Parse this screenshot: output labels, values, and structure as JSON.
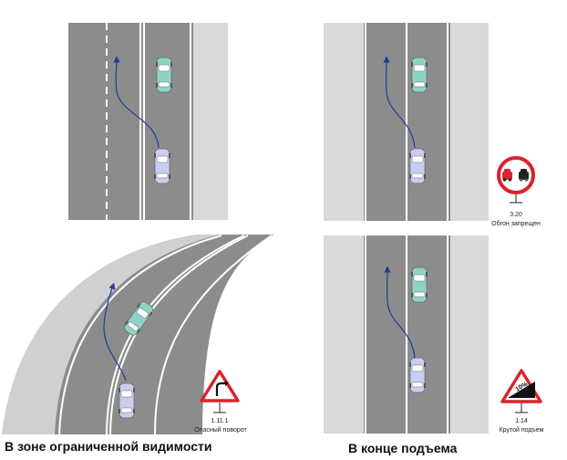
{
  "captions": {
    "left": "В зоне ограниченной видимости",
    "right": "В конце подъема"
  },
  "signs": {
    "no_overtaking": {
      "number": "3.20",
      "name": "Обгон запрещен"
    },
    "dangerous_turn": {
      "number": "1.11.1",
      "name": "Опасный поворот"
    },
    "steep_ascent": {
      "number": "1.14",
      "name": "Крутой подъем",
      "grade": "10%"
    }
  },
  "colors": {
    "asphalt": "#8c8c8c",
    "shoulder": "#d9d9d9",
    "marking": "#ffffff",
    "car_overtaking": "#c9cdf0",
    "car_ahead": "#8fd3c8",
    "arrow": "#1f3d8f",
    "sign_red": "#d9232e"
  }
}
